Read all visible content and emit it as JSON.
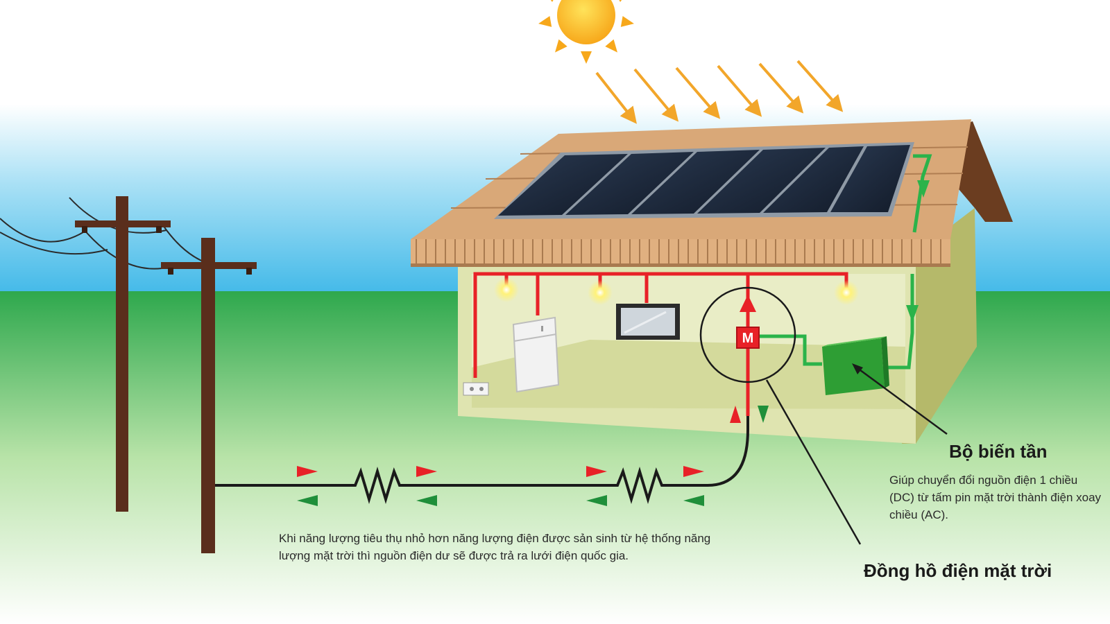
{
  "labels": {
    "inverter_title": "Bộ biến tần",
    "inverter_description": "Giúp chuyển đổi nguồn điện 1 chiều (DC) từ tấm pin mặt trời thành điện xoay chiều (AC).",
    "meter_title": "Đồng hồ điện mặt trời",
    "grid_description": "Khi năng lượng tiêu thụ nhỏ hơn năng lượng điện được sản sinh từ hệ thống năng lượng mặt trời thì nguồn điện dư sẽ được trả ra lưới điện quốc gia.",
    "meter_symbol": "M"
  },
  "colors": {
    "sky": "#5cc6ec",
    "grass": "#34a853",
    "sun": "#f7a81b",
    "sun_rays": "#f2b33d",
    "roof": "#d9a878",
    "roof_dark": "#7a4a28",
    "wall": "#dfe4b0",
    "panel": "#1b2536",
    "dc_line": "#2bb34a",
    "ac_line": "#e82127",
    "meter": "#e82127",
    "inverter": "#2e9e34",
    "pole": "#5a2e1c",
    "wire": "#2b2b2b"
  }
}
